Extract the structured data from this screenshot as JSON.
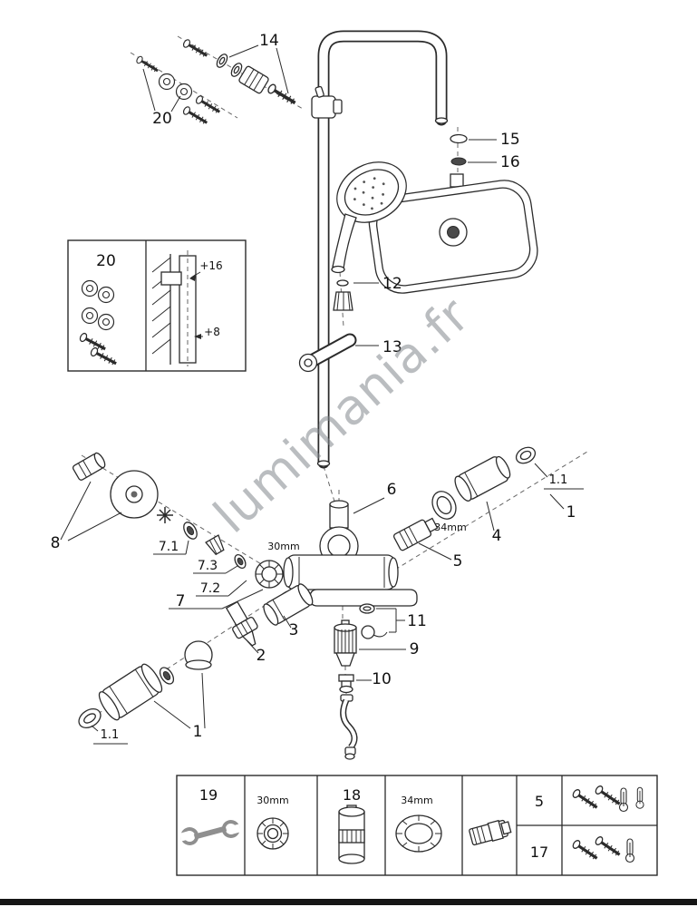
{
  "watermark": "lumimania.fr",
  "labels": {
    "n14": "14",
    "n20_top": "20",
    "n15": "15",
    "n16": "16",
    "n12": "12",
    "n13": "13",
    "n6": "6",
    "n34mm": "34mm",
    "n4": "4",
    "n5": "5",
    "n1_right": "1",
    "n1_1_right": "1.1",
    "n8": "8",
    "n7_1": "7.1",
    "n7_3": "7.3",
    "n7_2": "7.2",
    "n7": "7",
    "n30mm": "30mm",
    "n3": "3",
    "n2": "2",
    "n11": "11",
    "n9": "9",
    "n10": "10",
    "n1_left": "1",
    "n1_1_left": "1.1"
  },
  "inset": {
    "label": "20",
    "dim_top": "+16",
    "dim_bottom": "+8"
  },
  "table": {
    "n19": "19",
    "size30": "30mm",
    "n18": "18",
    "size34": "34mm",
    "n5": "5",
    "n17": "17"
  }
}
